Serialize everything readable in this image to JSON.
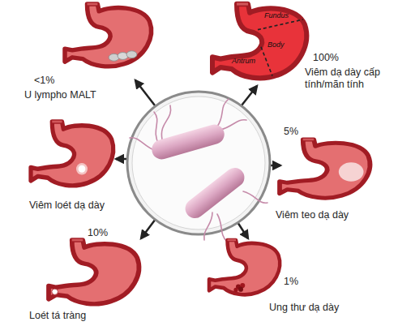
{
  "diagram": {
    "nodes": [
      {
        "text": [
          "<1%",
          "U lympho MALT"
        ]
      },
      {
        "text": [
          "100%",
          "Viêm dạ dày cấp tính/mãn tính"
        ]
      },
      {
        "text": [
          "Viêm loét dạ dày"
        ]
      },
      {
        "text": [
          "5%",
          "Viêm teo dạ dày"
        ]
      },
      {
        "text": [
          "10%",
          "Loét tá tràng"
        ]
      },
      {
        "text": [
          "1%",
          "Ung thư dạ dày"
        ]
      }
    ],
    "labels": [
      "Fundus",
      "Body",
      "Antrum"
    ]
  }
}
